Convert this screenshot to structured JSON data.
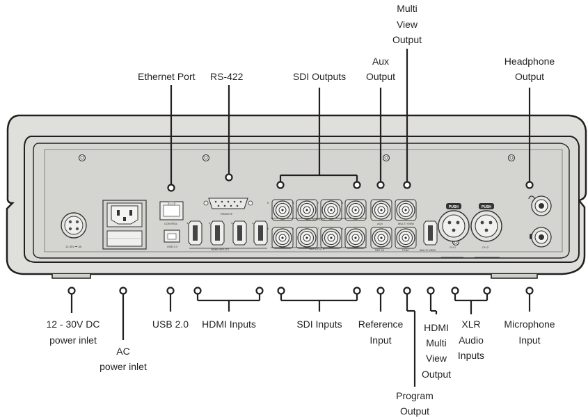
{
  "labels_above": {
    "ethernet": "Ethernet Port",
    "rs422": "RS-422",
    "sdi_outputs": "SDI Outputs",
    "aux_1": "Aux",
    "aux_2": "Output",
    "multiview_1": "Multi",
    "multiview_2": "View",
    "multiview_3": "Output",
    "headphone_1": "Headphone",
    "headphone_2": "Output"
  },
  "labels_below": {
    "dc_1": "12 - 30V DC",
    "dc_2": "power inlet",
    "ac_1": "AC",
    "ac_2": "power inlet",
    "usb": "USB 2.0",
    "hdmi_inputs": "HDMI Inputs",
    "sdi_inputs": "SDI Inputs",
    "ref_1": "Reference",
    "ref_2": "Input",
    "hdmi_mv_1": "HDMI",
    "hdmi_mv_2": "Multi",
    "hdmi_mv_3": "View",
    "hdmi_mv_4": "Output",
    "xlr_1": "XLR",
    "xlr_2": "Audio",
    "xlr_3": "Inputs",
    "mic_1": "Microphone",
    "mic_2": "Input",
    "program_1": "Program",
    "program_2": "Output"
  },
  "panel_text": {
    "power_rating": "12-30V ⎓ 3A",
    "control": "CONTROL",
    "usb": "USB 2.0",
    "remote": "REMOTE",
    "hdmi_inputs": "HDMI INPUTS",
    "sdi_outputs": "SDI OUTPUTS",
    "sdi_inputs": "SDI INPUTS",
    "aux": "AUX",
    "multi_view": "MULTI VIEW",
    "ref_in": "REF IN",
    "pgm": "PGM",
    "multi_view_hdmi": "MULTI VIEW",
    "push_1": "PUSH",
    "push_2": "PUSH",
    "ch1": "CH 1",
    "ch2": "CH 2",
    "hdmi_num_1": "1",
    "hdmi_num_2": "2",
    "hdmi_num_3": "3",
    "hdmi_num_4": "4",
    "sdi_out_1": "5",
    "sdi_out_2": "6",
    "sdi_out_3": "7",
    "sdi_out_4": "8",
    "sdi_in_1": "5",
    "sdi_in_2": "6",
    "sdi_in_3": "7",
    "sdi_in_4": "8"
  },
  "colors": {
    "outline": "#231f20",
    "body": "#dfe0dc",
    "panel": "#d6d7d2",
    "background": "#ffffff"
  }
}
